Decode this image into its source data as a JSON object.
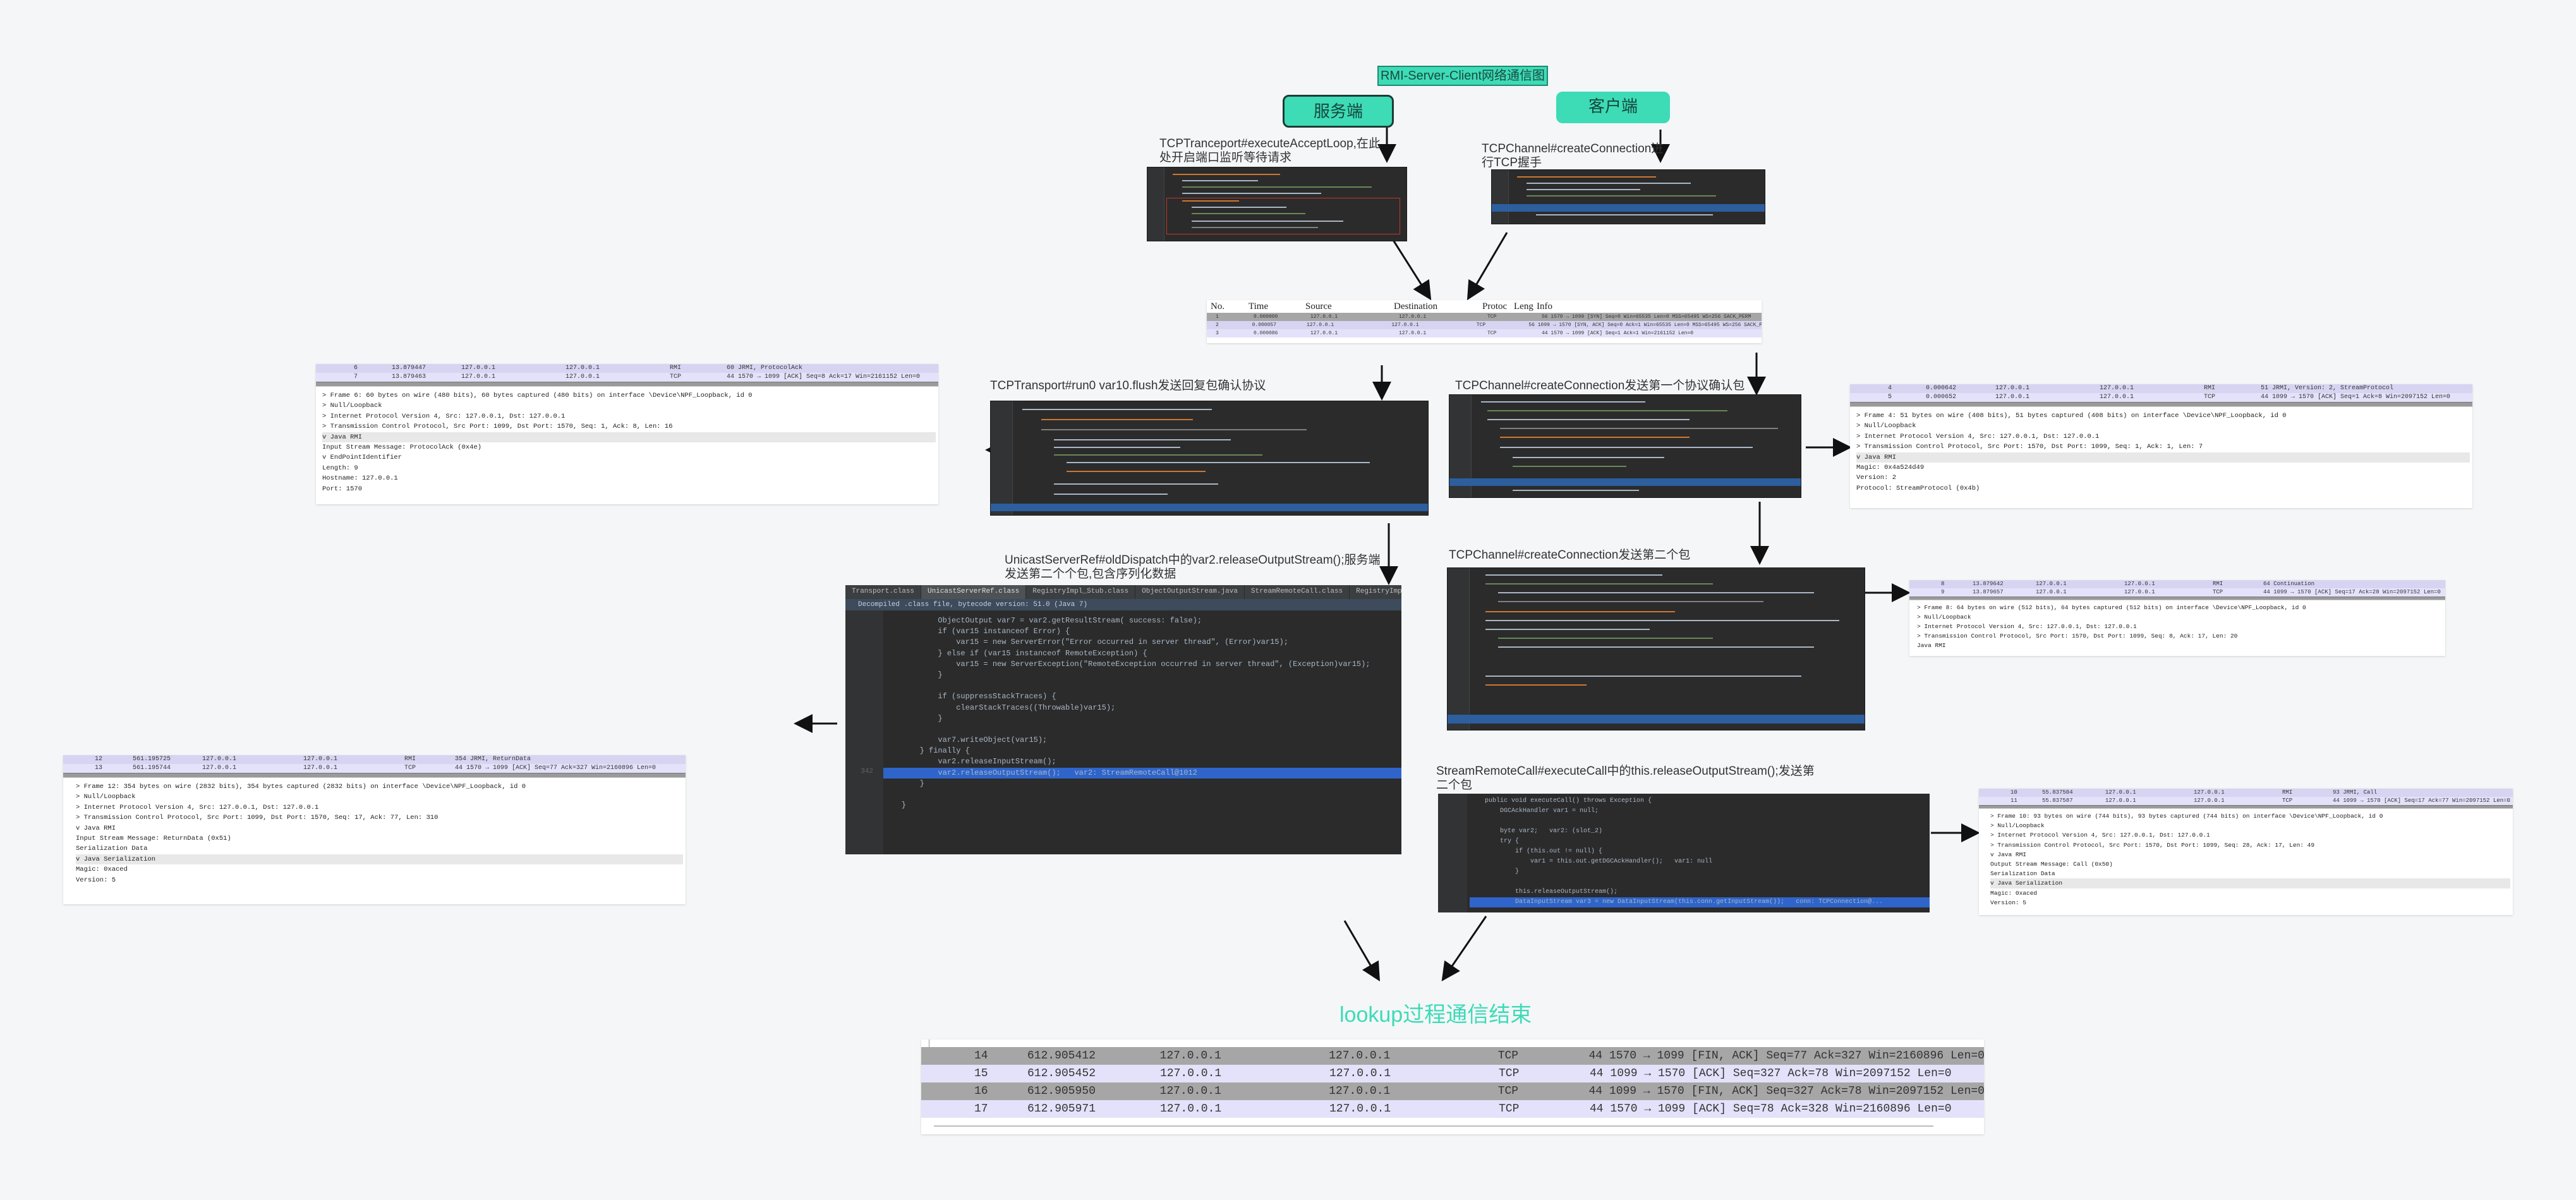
{
  "title": "RMI-Server-Client网络通信图",
  "roles": {
    "server": "服务端",
    "client": "客户端"
  },
  "captions": {
    "server_accept": "TCPTranceport#executeAcceptLoop,在此处开启端口监听等待请求",
    "client_connect": "TCPChannel#createConnection进行TCP握手",
    "transport_run": "TCPTransport#run0 var10.flush发送回复包确认协议",
    "channel_first": "TCPChannel#createConnection发送第一个协议确认包",
    "unicast_dispatch": "UnicastServerRef#oldDispatch中的var2.releaseOutputStream();服务端发送第二个个包,包含序列化数据",
    "channel_second": "TCPChannel#createConnection发送第二个包",
    "stream_remote": "StreamRemoteCall#executeCall中的this.releaseOutputStream();发送第二个包"
  },
  "end_title": "lookup过程通信结束",
  "handshake": {
    "headers": [
      "No.",
      "Time",
      "Source",
      "Destination",
      "Protoc",
      "Leng",
      "Info"
    ],
    "rows": [
      {
        "no": "1",
        "time": "0.000000",
        "src": "127.0.0.1",
        "dst": "127.0.0.1",
        "proto": "TCP",
        "info": "56 1570 → 1099 [SYN] Seq=0 Win=65535 Len=0 MSS=65495 WS=256 SACK_PERM"
      },
      {
        "no": "2",
        "time": "0.000057",
        "src": "127.0.0.1",
        "dst": "127.0.0.1",
        "proto": "TCP",
        "info": "56 1099 → 1570 [SYN, ACK] Seq=0 Ack=1 Win=65535 Len=0 MSS=65495 WS=256 SACK_PERM"
      },
      {
        "no": "3",
        "time": "0.000086",
        "src": "127.0.0.1",
        "dst": "127.0.0.1",
        "proto": "TCP",
        "info": "44 1570 → 1099 [ACK] Seq=1 Ack=1 Win=2161152 Len=0"
      }
    ]
  },
  "pkt_left_top": {
    "rows": [
      {
        "no": "6",
        "time": "13.879447",
        "src": "127.0.0.1",
        "dst": "127.0.0.1",
        "proto": "RMI",
        "info": "60 JRMI, ProtocolAck"
      },
      {
        "no": "7",
        "time": "13.879463",
        "src": "127.0.0.1",
        "dst": "127.0.0.1",
        "proto": "TCP",
        "info": "44 1570 → 1099 [ACK] Seq=8 Ack=17 Win=2161152 Len=0"
      }
    ],
    "details": [
      "> Frame 6: 60 bytes on wire (480 bits), 60 bytes captured (480 bits) on interface \\Device\\NPF_Loopback, id 0",
      "> Null/Loopback",
      "> Internet Protocol Version 4, Src: 127.0.0.1, Dst: 127.0.0.1",
      "> Transmission Control Protocol, Src Port: 1099, Dst Port: 1570, Seq: 1, Ack: 8, Len: 16",
      "v Java RMI",
      "     Input Stream Message: ProtocolAck (0x4e)",
      "   v EndPointIdentifier",
      "        Length: 9",
      "        Hostname: 127.0.0.1",
      "        Port: 1570"
    ]
  },
  "pkt_right_top": {
    "rows": [
      {
        "no": "4",
        "time": "0.000642",
        "src": "127.0.0.1",
        "dst": "127.0.0.1",
        "proto": "RMI",
        "info": "51 JRMI, Version: 2, StreamProtocol"
      },
      {
        "no": "5",
        "time": "0.000652",
        "src": "127.0.0.1",
        "dst": "127.0.0.1",
        "proto": "TCP",
        "info": "44 1099 → 1570 [ACK] Seq=1 Ack=8 Win=2097152 Len=0"
      }
    ],
    "details": [
      "> Frame 4: 51 bytes on wire (408 bits), 51 bytes captured (408 bits) on interface \\Device\\NPF_Loopback, id 0",
      "> Null/Loopback",
      "> Internet Protocol Version 4, Src: 127.0.0.1, Dst: 127.0.0.1",
      "> Transmission Control Protocol, Src Port: 1570, Dst Port: 1099, Seq: 1, Ack: 1, Len: 7",
      "v Java RMI",
      "     Magic: 0x4a524d49",
      "     Version: 2",
      "     Protocol: StreamProtocol (0x4b)"
    ]
  },
  "pkt_right_mid": {
    "rows": [
      {
        "no": "8",
        "time": "13.879642",
        "src": "127.0.0.1",
        "dst": "127.0.0.1",
        "proto": "RMI",
        "info": "64 Continuation"
      },
      {
        "no": "9",
        "time": "13.879657",
        "src": "127.0.0.1",
        "dst": "127.0.0.1",
        "proto": "TCP",
        "info": "44 1099 → 1570 [ACK] Seq=17 Ack=28 Win=2097152 Len=0"
      }
    ],
    "details": [
      "> Frame 8: 64 bytes on wire (512 bits), 64 bytes captured (512 bits) on interface \\Device\\NPF_Loopback, id 0",
      "> Null/Loopback",
      "> Internet Protocol Version 4, Src: 127.0.0.1, Dst: 127.0.0.1",
      "> Transmission Control Protocol, Src Port: 1570, Dst Port: 1099, Seq: 8, Ack: 17, Len: 20",
      "  Java RMI"
    ]
  },
  "pkt_left_bottom": {
    "rows": [
      {
        "no": "12",
        "time": "561.195725",
        "src": "127.0.0.1",
        "dst": "127.0.0.1",
        "proto": "RMI",
        "info": "354 JRMI, ReturnData"
      },
      {
        "no": "13",
        "time": "561.195744",
        "src": "127.0.0.1",
        "dst": "127.0.0.1",
        "proto": "TCP",
        "info": "44 1570 → 1099 [ACK] Seq=77 Ack=327 Win=2160896 Len=0"
      }
    ],
    "details": [
      "> Frame 12: 354 bytes on wire (2832 bits), 354 bytes captured (2832 bits) on interface \\Device\\NPF_Loopback, id 0",
      "> Null/Loopback",
      "> Internet Protocol Version 4, Src: 127.0.0.1, Dst: 127.0.0.1",
      "> Transmission Control Protocol, Src Port: 1099, Dst Port: 1570, Seq: 17, Ack: 77, Len: 310",
      "v Java RMI",
      "     Input Stream Message: ReturnData (0x51)",
      "     Serialization Data",
      "v Java Serialization",
      "     Magic: 0xaced",
      "     Version: 5"
    ]
  },
  "pkt_right_bottom": {
    "rows": [
      {
        "no": "10",
        "time": "55.837504",
        "src": "127.0.0.1",
        "dst": "127.0.0.1",
        "proto": "RMI",
        "info": "93 JRMI, Call"
      },
      {
        "no": "11",
        "time": "55.837587",
        "src": "127.0.0.1",
        "dst": "127.0.0.1",
        "proto": "TCP",
        "info": "44 1099 → 1570 [ACK] Seq=17 Ack=77 Win=2097152 Len=0"
      }
    ],
    "details": [
      "> Frame 10: 93 bytes on wire (744 bits), 93 bytes captured (744 bits) on interface \\Device\\NPF_Loopback, id 0",
      "> Null/Loopback",
      "> Internet Protocol Version 4, Src: 127.0.0.1, Dst: 127.0.0.1",
      "> Transmission Control Protocol, Src Port: 1570, Dst Port: 1099, Seq: 28, Ack: 17, Len: 49",
      "v Java RMI",
      "     Output Stream Message: Call (0x50)",
      "     Serialization Data",
      "v Java Serialization",
      "     Magic: 0xaced",
      "     Version: 5"
    ]
  },
  "pkt_final": {
    "rows": [
      {
        "no": "14",
        "time": "612.905412",
        "src": "127.0.0.1",
        "dst": "127.0.0.1",
        "proto": "TCP",
        "info": "44 1570 → 1099 [FIN, ACK] Seq=77 Ack=327 Win=2160896 Len=0"
      },
      {
        "no": "15",
        "time": "612.905452",
        "src": "127.0.0.1",
        "dst": "127.0.0.1",
        "proto": "TCP",
        "info": "44 1099 → 1570 [ACK] Seq=327 Ack=78 Win=2097152 Len=0"
      },
      {
        "no": "16",
        "time": "612.905950",
        "src": "127.0.0.1",
        "dst": "127.0.0.1",
        "proto": "TCP",
        "info": "44 1099 → 1570 [FIN, ACK] Seq=327 Ack=78 Win=2097152 Len=0"
      },
      {
        "no": "17",
        "time": "612.905971",
        "src": "127.0.0.1",
        "dst": "127.0.0.1",
        "proto": "TCP",
        "info": "44 1570 → 1099 [ACK] Seq=78 Ack=328 Win=2160896 Len=0"
      }
    ]
  },
  "code_unicast": {
    "tabs": [
      "Transport.class",
      "UnicastServerRef.class",
      "RegistryImpl_Stub.class",
      "ObjectOutputStream.java",
      "StreamRemoteCall.class",
      "RegistryImpl"
    ],
    "info": "Decompiled .class file, bytecode version: 51.0 (Java 7)",
    "lines": [
      {
        "no": "",
        "text": "            ObjectOutput var7 = var2.getResultStream( success: false);"
      },
      {
        "no": "",
        "text": "            if (var15 instanceof Error) {"
      },
      {
        "no": "",
        "text": "                var15 = new ServerError(\"Error occurred in server thread\", (Error)var15);"
      },
      {
        "no": "",
        "text": "            } else if (var15 instanceof RemoteException) {"
      },
      {
        "no": "",
        "text": "                var15 = new ServerException(\"RemoteException occurred in server thread\", (Exception)var15);"
      },
      {
        "no": "",
        "text": "            }"
      },
      {
        "no": "",
        "text": ""
      },
      {
        "no": "",
        "text": "            if (suppressStackTraces) {"
      },
      {
        "no": "",
        "text": "                clearStackTraces((Throwable)var15);"
      },
      {
        "no": "",
        "text": "            }"
      },
      {
        "no": "",
        "text": ""
      },
      {
        "no": "",
        "text": "            var7.writeObject(var15);"
      },
      {
        "no": "",
        "text": "        } finally {"
      },
      {
        "no": "",
        "text": "            var2.releaseInputStream();"
      },
      {
        "no": "342",
        "text": "            var2.releaseOutputStream();   var2: StreamRemoteCall@1012"
      },
      {
        "no": "",
        "text": "        }"
      },
      {
        "no": "",
        "text": ""
      },
      {
        "no": "",
        "text": "    }"
      }
    ]
  },
  "code_stream": {
    "lines": [
      {
        "no": "",
        "text": "    public void executeCall() throws Exception {"
      },
      {
        "no": "",
        "text": "        DGCAckHandler var1 = null;"
      },
      {
        "no": "",
        "text": ""
      },
      {
        "no": "",
        "text": "        byte var2;   var2: (slot_2)"
      },
      {
        "no": "",
        "text": "        try {"
      },
      {
        "no": "",
        "text": "            if (this.out != null) {"
      },
      {
        "no": "",
        "text": "                var1 = this.out.getDGCAckHandler();   var1: null"
      },
      {
        "no": "",
        "text": "            }"
      },
      {
        "no": "",
        "text": ""
      },
      {
        "no": "",
        "text": "            this.releaseOutputStream();"
      },
      {
        "no": "",
        "text": "            DataInputStream var3 = new DataInputStream(this.conn.getInputStream());   conn: TCPConnection@..."
      }
    ]
  }
}
